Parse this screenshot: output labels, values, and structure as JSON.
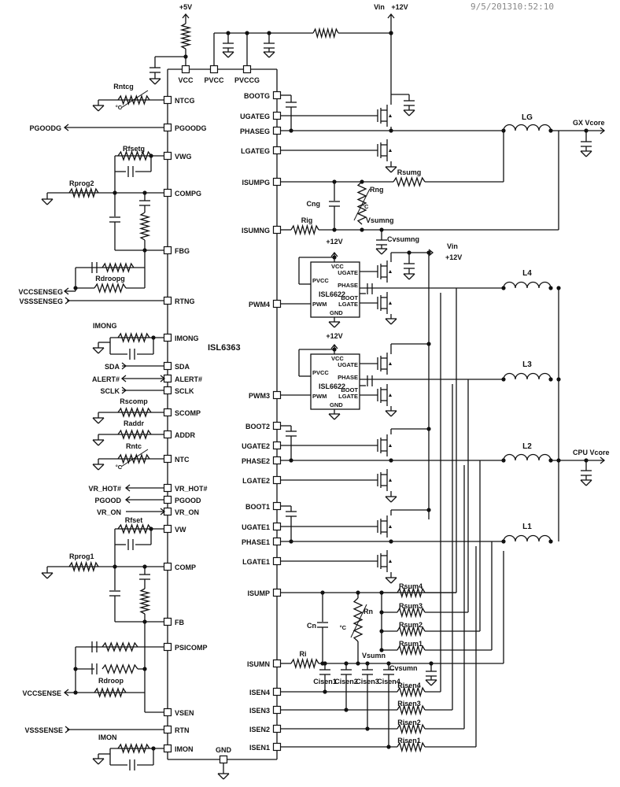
{
  "timestamp": "9/5/201310:52:10",
  "rails": {
    "v5": "+5V",
    "vin": "Vin",
    "v12": "+12V",
    "vin2": "Vin",
    "v12b": "+12V",
    "p12a": "+12V",
    "p12b": "+12V"
  },
  "outputs": {
    "gx": "GX Vcore",
    "cpu": "CPU Vcore"
  },
  "ic": {
    "name": "ISL6363"
  },
  "top_pins": [
    "VCC",
    "PVCC",
    "PVCCG"
  ],
  "left_pins": [
    "NTCG",
    "PGOODG",
    "VWG",
    "COMPG",
    "FBG",
    "RTNG",
    "IMONG",
    "SDA",
    "ALERT#",
    "SCLK",
    "SCOMP",
    "ADDR",
    "NTC",
    "VR_HOT#",
    "PGOOD",
    "VR_ON",
    "VW",
    "COMP",
    "FB",
    "PSICOMP",
    "VSEN",
    "RTN",
    "IMON"
  ],
  "right_pins": [
    "BOOTG",
    "UGATEG",
    "PHASEG",
    "LGATEG",
    "ISUMPG",
    "ISUMNG",
    "PWM4",
    "PWM3",
    "BOOT2",
    "UGATE2",
    "PHASE2",
    "LGATE2",
    "BOOT1",
    "UGATE1",
    "PHASE1",
    "LGATE1",
    "ISUMP",
    "ISUMN",
    "ISEN4",
    "ISEN3",
    "ISEN2",
    "ISEN1"
  ],
  "bottom_pin": "GND",
  "ext_signals": [
    "PGOODG",
    "VCCSENSEG",
    "VSSSENSEG",
    "SDA",
    "ALERT#",
    "SCLK",
    "VR_HOT#",
    "PGOOD",
    "VR_ON",
    "VCCSENSE",
    "VSSSENSE"
  ],
  "components": {
    "rntcg": "Rntcg",
    "rfsetg": "Rfsetg",
    "rprog2": "Rprog2",
    "rdroopg": "Rdroopg",
    "imong": "IMONG",
    "rscomp": "Rscomp",
    "raddr": "Raddr",
    "rntc": "Rntc",
    "rfset": "Rfset",
    "rprog1": "Rprog1",
    "rdroop": "Rdroop",
    "imon": "IMON",
    "rsumg": "Rsumg",
    "rng": "Rng",
    "cng": "Cng",
    "rig": "Rig",
    "vsumng": "Vsumng",
    "cvsumng": "Cvsumng",
    "lg": "LG",
    "l4": "L4",
    "l3": "L3",
    "l2": "L2",
    "l1": "L1",
    "rsum4": "Rsum4",
    "rsum3": "Rsum3",
    "rsum2": "Rsum2",
    "rsum1": "Rsum1",
    "rn": "Rn",
    "cn": "Cn",
    "ri": "Ri",
    "vsumn": "Vsumn",
    "cvsumn": "Cvsumn",
    "cisen1": "Cisen1",
    "cisen2": "Cisen2",
    "cisen3": "Cisen3",
    "cisen4": "Cisen4",
    "risen4": "Risen4",
    "risen3": "Risen3",
    "risen2": "Risen2",
    "risen1": "Risen1",
    "degc": "°C"
  },
  "driver": {
    "name": "ISL6622",
    "pins": {
      "vcc": "VCC",
      "ugate": "UGATE",
      "pvcc": "PVCC",
      "phase": "PHASE",
      "boot": "BOOT",
      "pwm": "PWM",
      "lgate": "LGATE",
      "gnd": "GND"
    }
  }
}
